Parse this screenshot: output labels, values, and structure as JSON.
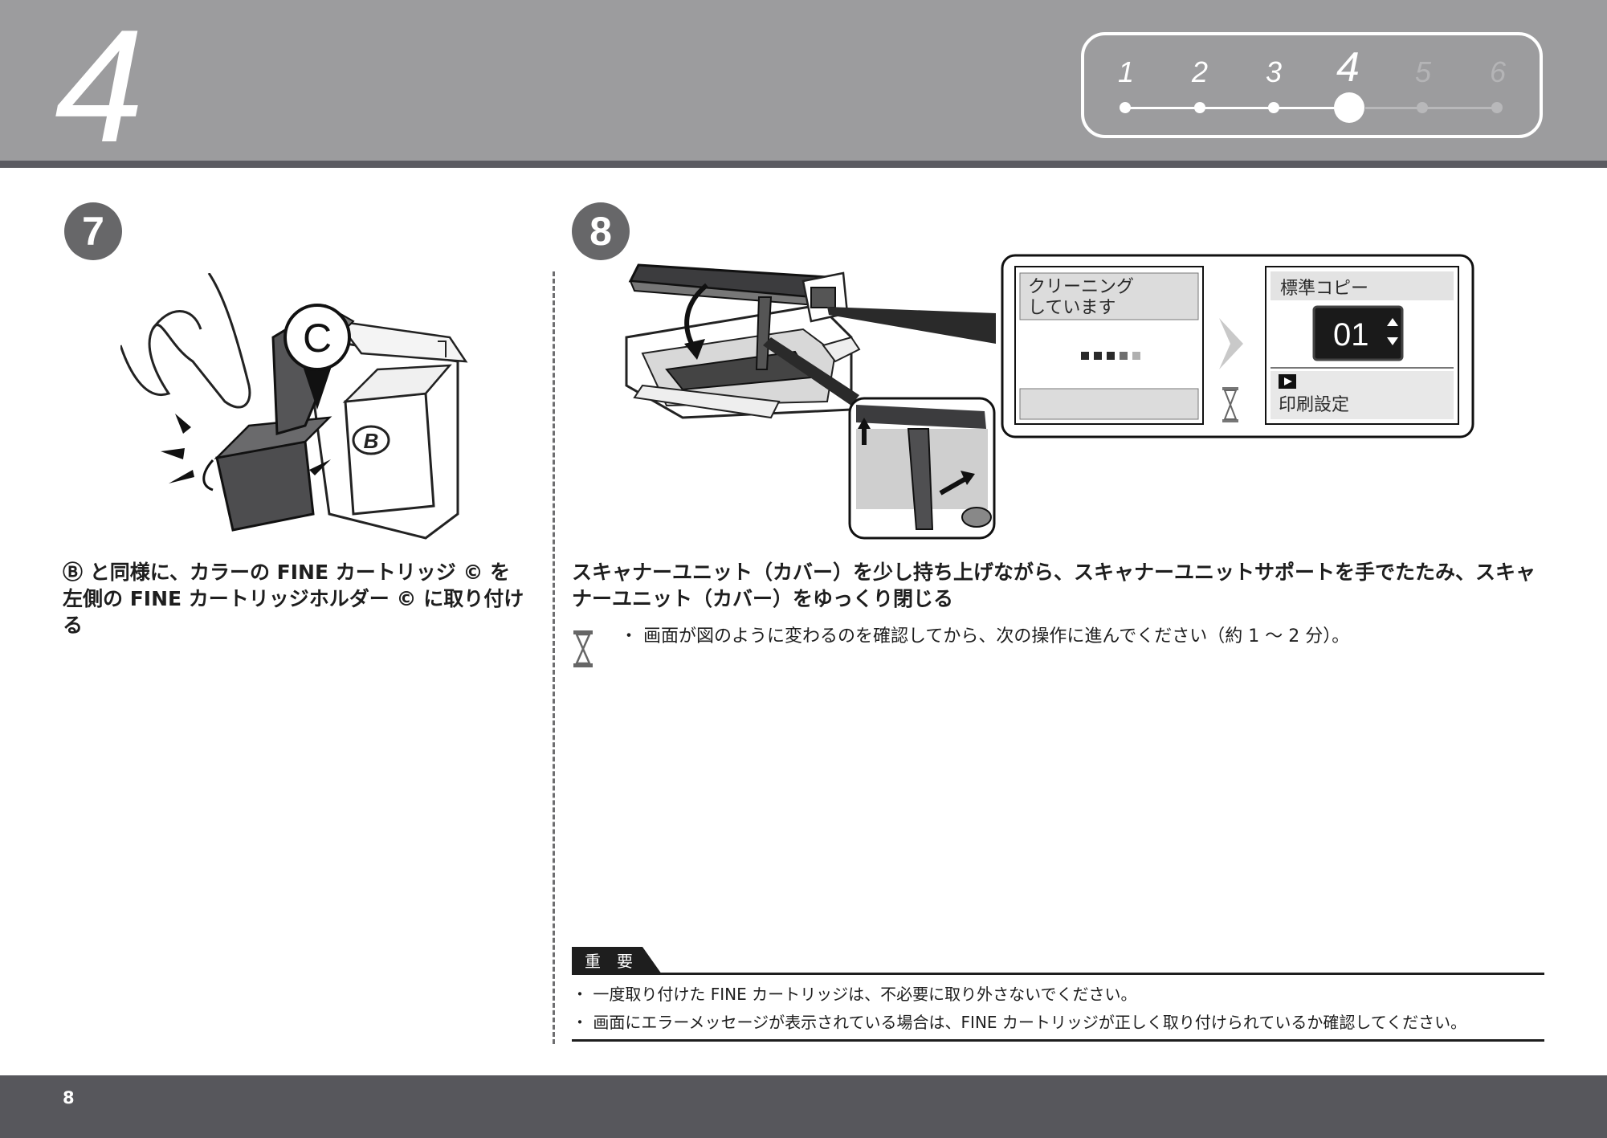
{
  "header": {
    "step_number": "4",
    "progress": {
      "steps": [
        "1",
        "2",
        "3",
        "4",
        "5",
        "6"
      ],
      "current_step": 4,
      "total_steps": 6
    }
  },
  "step7": {
    "number": "7",
    "callout_label": "C",
    "cartridge_b_label": "B",
    "instruction": {
      "ref_b": "Ⓑ",
      "part1": " と同様に、カラーの FINE カートリッジ ",
      "ref_c1": "©",
      "part2": " を左側の FINE カートリッジホルダー ",
      "ref_c2": "©",
      "part3": " に取り付ける"
    }
  },
  "step8": {
    "number": "8",
    "screen_before": {
      "line1": "クリーニング",
      "line2": "しています"
    },
    "screen_after": {
      "title": "標準コピー",
      "copies": "01",
      "menu_label": "印刷設定"
    },
    "instruction": "スキャナーユニット（カバー）を少し持ち上げながら、スキャナーユニットサポートを手でたたみ、スキャナーユニット（カバー）をゆっくり閉じる",
    "note_bullet": "・",
    "note": "画面が図のように変わるのを確認してから、次の操作に進んでください（約 1 ～ 2 分）。"
  },
  "important": {
    "label": "重　要",
    "items": [
      "・ 一度取り付けた FINE カートリッジは、不必要に取り外さないでください。",
      "・ 画面にエラーメッセージが表示されている場合は、FINE カートリッジが正しく取り付けられているか確認してください。"
    ]
  },
  "footer": {
    "page_number": "8"
  },
  "colors": {
    "header_bg": "#9c9c9e",
    "header_rule": "#5b5b61",
    "footer_bg": "#57575c",
    "step_circle": "#676769",
    "text": "#1e1e1e"
  }
}
